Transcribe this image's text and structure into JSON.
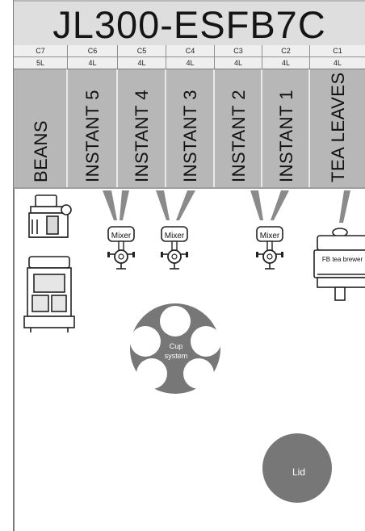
{
  "model": "JL300-ESFB7C",
  "canisters": [
    {
      "code": "C7",
      "size": "5L",
      "name": "BEANS"
    },
    {
      "code": "C6",
      "size": "4L",
      "name": "INSTANT 5"
    },
    {
      "code": "C5",
      "size": "4L",
      "name": "INSTANT 4"
    },
    {
      "code": "C4",
      "size": "4L",
      "name": "INSTANT 3"
    },
    {
      "code": "C3",
      "size": "4L",
      "name": "INSTANT 2"
    },
    {
      "code": "C2",
      "size": "4L",
      "name": "INSTANT 1"
    },
    {
      "code": "C1",
      "size": "4L",
      "name": "TEA LEAVES"
    }
  ],
  "components": {
    "mixer_label": "Mixer",
    "tea_brewer_label": "FB tea brewer",
    "cup_system_line1": "Cup",
    "cup_system_line2": "system",
    "lid_label": "Lid"
  },
  "colors": {
    "bin_fill": "#b7b7b7",
    "component_fill": "#777777",
    "light_fill": "#ffffff"
  }
}
